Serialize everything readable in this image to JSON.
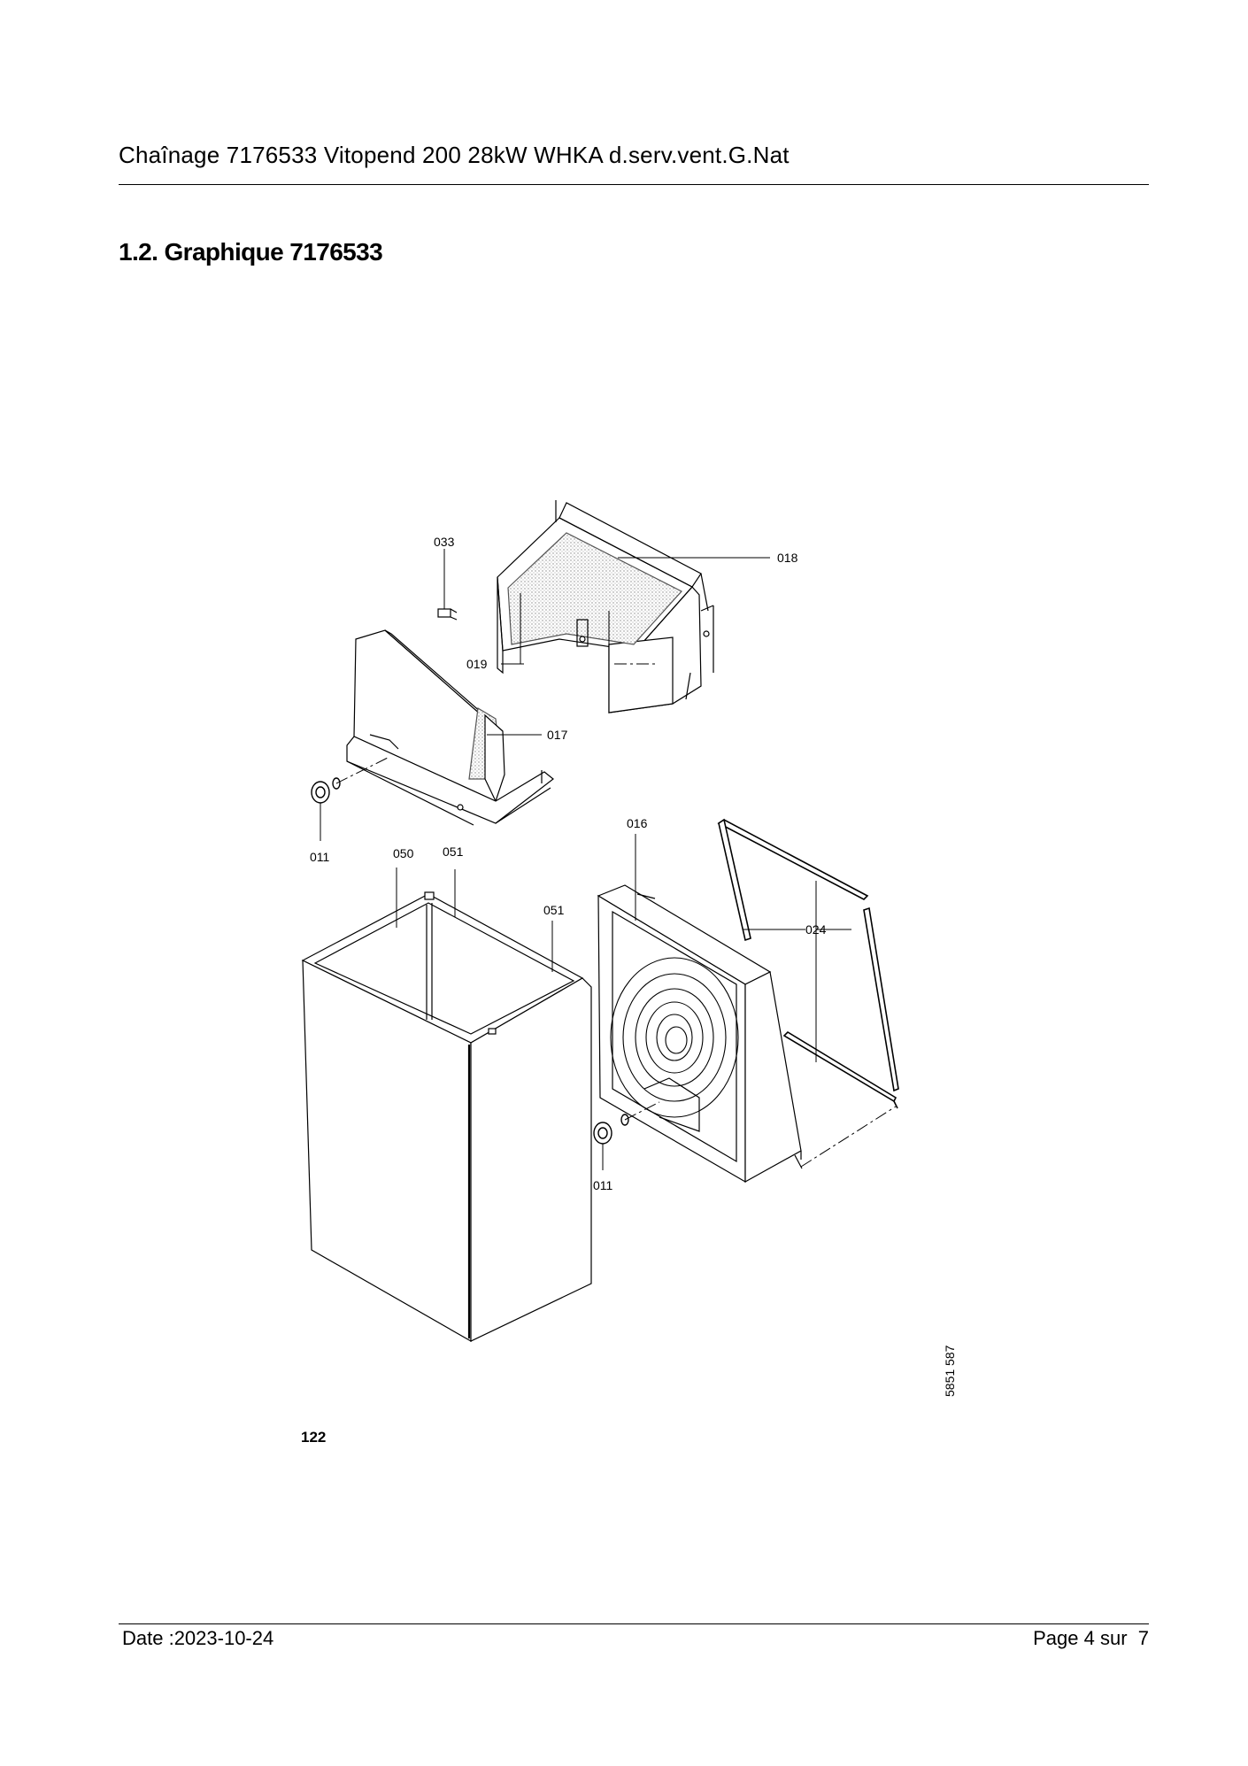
{
  "header": {
    "title": "Chaînage 7176533 Vitopend 200 28kW WHKA d.serv.vent.G.Nat"
  },
  "section": {
    "title": "1.2. Graphique 7176533"
  },
  "figure": {
    "callouts": {
      "c033": "033",
      "c018": "018",
      "c019": "019",
      "c017": "017",
      "c011a": "011",
      "c050": "050",
      "c051a": "051",
      "c051b": "051",
      "c016": "016",
      "c024": "024",
      "c011b": "011"
    },
    "drawing_ref": "5851 587",
    "number": "122"
  },
  "footer": {
    "date": "Date :2023-10-24",
    "page": "Page 4 sur  7"
  }
}
